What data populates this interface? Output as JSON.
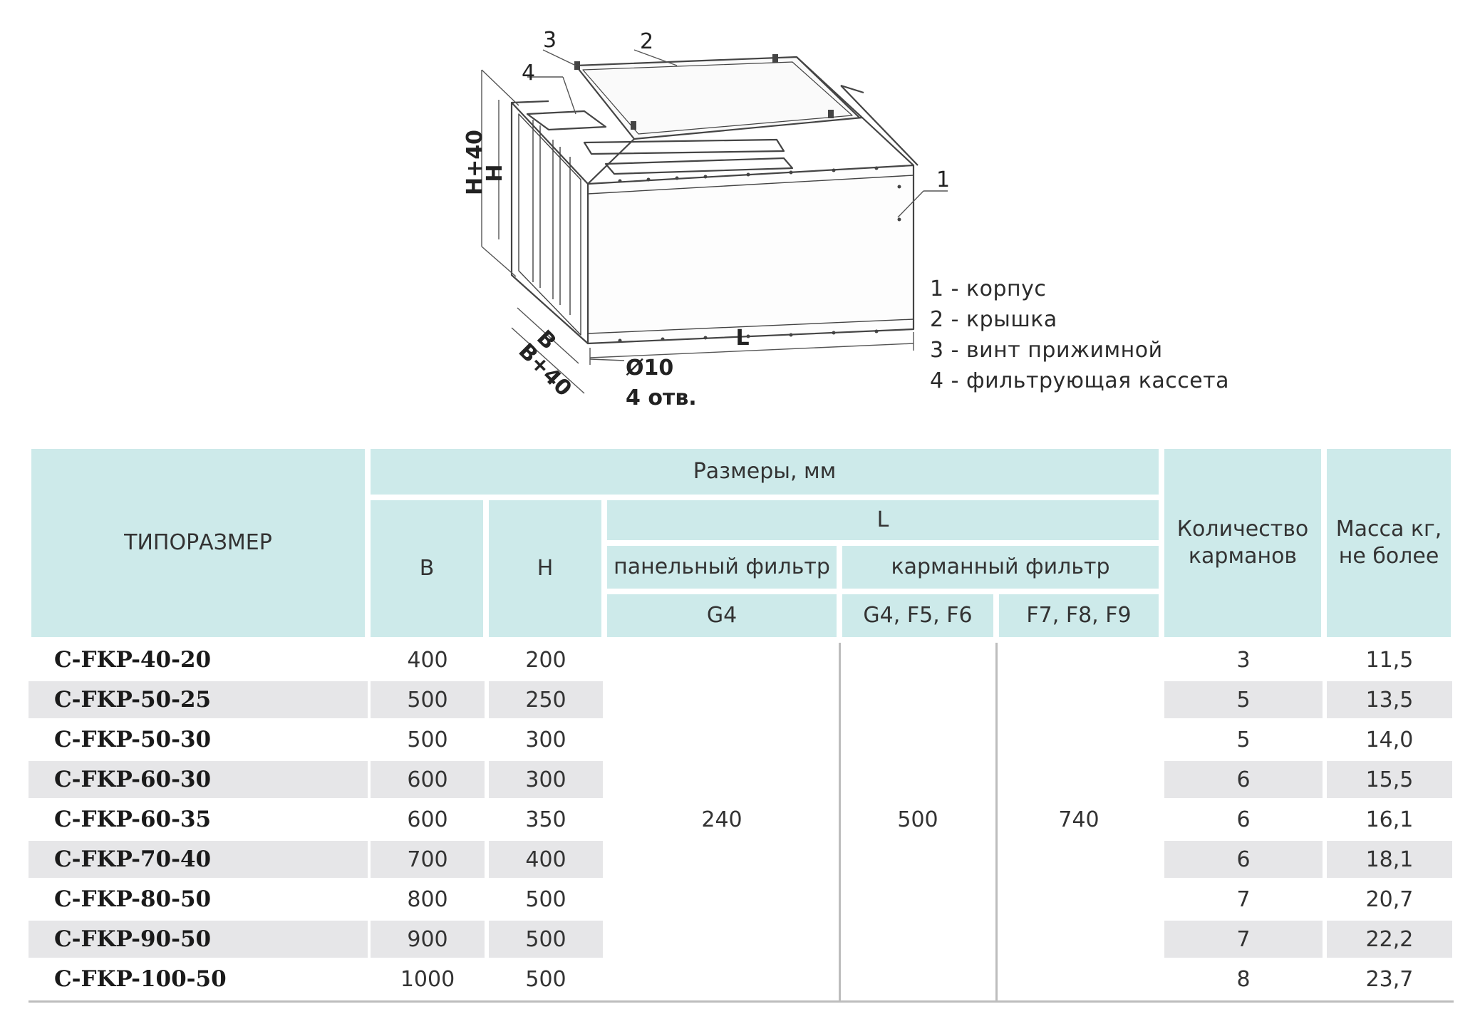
{
  "drawing": {
    "dims": {
      "h_plus_40": "H+40",
      "h": "H",
      "b": "B",
      "b_plus_40": "B+40",
      "l": "L",
      "hole_diameter": "Ø10",
      "hole_count": "4 отв."
    },
    "callouts": [
      "1",
      "2",
      "3",
      "4"
    ],
    "legend": [
      "1 - корпус",
      "2 - крышка",
      "3 - винт прижимной",
      "4 - фильтрующая кассета"
    ]
  },
  "table": {
    "headers": {
      "model": "ТИПОРАЗМЕР",
      "dimensions": "Размеры, мм",
      "b": "B",
      "h": "H",
      "l": "L",
      "panel_filter": "панельный фильтр",
      "pocket_filter": "карманный фильтр",
      "g4": "G4",
      "g4_f5_f6": "G4, F5, F6",
      "f7_f8_f9": "F7, F8, F9",
      "pockets": "Количество карманов",
      "mass": "Масса кг, не более"
    },
    "l_values": {
      "panel_g4": "240",
      "pocket_g4_f6": "500",
      "pocket_f7_f9": "740"
    },
    "rows": [
      {
        "model": "C-FKP-40-20",
        "b": "400",
        "h": "200",
        "pockets": "3",
        "mass": "11,5"
      },
      {
        "model": "C-FKP-50-25",
        "b": "500",
        "h": "250",
        "pockets": "5",
        "mass": "13,5"
      },
      {
        "model": "C-FKP-50-30",
        "b": "500",
        "h": "300",
        "pockets": "5",
        "mass": "14,0"
      },
      {
        "model": "C-FKP-60-30",
        "b": "600",
        "h": "300",
        "pockets": "6",
        "mass": "15,5"
      },
      {
        "model": "C-FKP-60-35",
        "b": "600",
        "h": "350",
        "pockets": "6",
        "mass": "16,1"
      },
      {
        "model": "C-FKP-70-40",
        "b": "700",
        "h": "400",
        "pockets": "6",
        "mass": "18,1"
      },
      {
        "model": "C-FKP-80-50",
        "b": "800",
        "h": "500",
        "pockets": "7",
        "mass": "20,7"
      },
      {
        "model": "C-FKP-90-50",
        "b": "900",
        "h": "500",
        "pockets": "7",
        "mass": "22,2"
      },
      {
        "model": "C-FKP-100-50",
        "b": "1000",
        "h": "500",
        "pockets": "8",
        "mass": "23,7"
      }
    ]
  }
}
